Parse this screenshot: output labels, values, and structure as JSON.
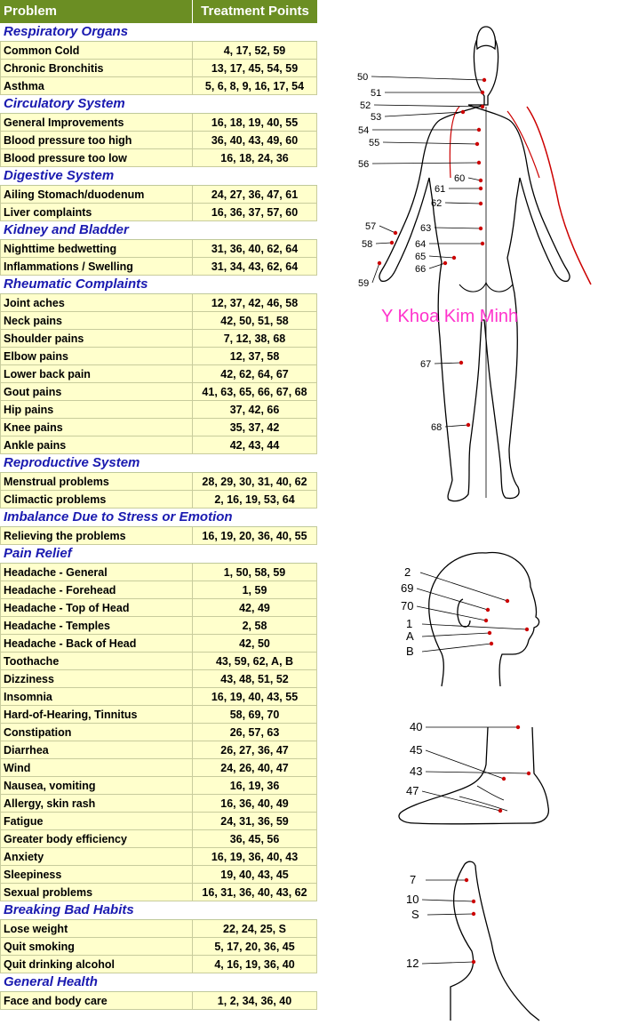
{
  "header": {
    "problem": "Problem",
    "points": "Treatment Points"
  },
  "sections": [
    {
      "title": "Respiratory Organs",
      "rows": [
        {
          "problem": "Common Cold",
          "points": "4, 17, 52, 59"
        },
        {
          "problem": "Chronic Bronchitis",
          "points": "13, 17, 45, 54, 59"
        },
        {
          "problem": "Asthma",
          "points": "5, 6, 8, 9, 16, 17, 54"
        }
      ]
    },
    {
      "title": "Circulatory System",
      "rows": [
        {
          "problem": "General Improvements",
          "points": "16, 18, 19, 40, 55"
        },
        {
          "problem": "Blood pressure too high",
          "points": "36, 40, 43, 49, 60"
        },
        {
          "problem": "Blood pressure too low",
          "points": "16, 18, 24, 36"
        }
      ]
    },
    {
      "title": "Digestive System",
      "rows": [
        {
          "problem": "Ailing Stomach/duodenum",
          "points": "24, 27, 36, 47, 61"
        },
        {
          "problem": "Liver complaints",
          "points": "16, 36, 37, 57, 60"
        }
      ]
    },
    {
      "title": "Kidney and Bladder",
      "rows": [
        {
          "problem": "Nighttime bedwetting",
          "points": "31, 36, 40, 62, 64"
        },
        {
          "problem": "Inflammations / Swelling",
          "points": "31, 34, 43, 62, 64"
        }
      ]
    },
    {
      "title": "Rheumatic Complaints",
      "rows": [
        {
          "problem": "Joint aches",
          "points": "12, 37, 42, 46, 58"
        },
        {
          "problem": "Neck pains",
          "points": "42, 50, 51, 58"
        },
        {
          "problem": "Shoulder pains",
          "points": "7, 12, 38, 68"
        },
        {
          "problem": "Elbow pains",
          "points": "12, 37, 58"
        },
        {
          "problem": "Lower back pain",
          "points": "42, 62, 64, 67"
        },
        {
          "problem": "Gout pains",
          "points": "41, 63, 65, 66, 67, 68"
        },
        {
          "problem": "Hip pains",
          "points": "37, 42, 66"
        },
        {
          "problem": "Knee pains",
          "points": "35, 37, 42"
        },
        {
          "problem": "Ankle pains",
          "points": "42, 43, 44"
        }
      ]
    },
    {
      "title": "Reproductive System",
      "rows": [
        {
          "problem": "Menstrual problems",
          "points": "28, 29, 30, 31, 40, 62"
        },
        {
          "problem": "Climactic problems",
          "points": "2, 16, 19, 53, 64"
        }
      ]
    },
    {
      "title": "Imbalance Due to Stress or Emotion",
      "rows": [
        {
          "problem": "Relieving the problems",
          "points": "16, 19, 20, 36, 40, 55"
        }
      ]
    },
    {
      "title": "Pain Relief",
      "rows": [
        {
          "problem": "Headache - General",
          "points": "1, 50, 58, 59"
        },
        {
          "problem": "Headache - Forehead",
          "points": "1, 59"
        },
        {
          "problem": "Headache - Top of Head",
          "points": "42, 49"
        },
        {
          "problem": "Headache - Temples",
          "points": "2, 58"
        },
        {
          "problem": "Headache - Back of Head",
          "points": "42, 50"
        },
        {
          "problem": "Toothache",
          "points": "43, 59, 62, A, B"
        },
        {
          "problem": "Dizziness",
          "points": "43, 48, 51, 52"
        },
        {
          "problem": "Insomnia",
          "points": "16, 19, 40, 43, 55"
        },
        {
          "problem": "Hard-of-Hearing, Tinnitus",
          "points": "58, 69, 70"
        },
        {
          "problem": "Constipation",
          "points": "26, 57, 63"
        },
        {
          "problem": "Diarrhea",
          "points": "26, 27, 36, 47"
        },
        {
          "problem": "Wind",
          "points": "24, 26, 40, 47"
        },
        {
          "problem": "Nausea, vomiting",
          "points": "16, 19, 36"
        },
        {
          "problem": "Allergy, skin rash",
          "points": "16, 36, 40, 49"
        },
        {
          "problem": "Fatigue",
          "points": "24, 31, 36, 59"
        },
        {
          "problem": "Greater body efficiency",
          "points": "36, 45, 56"
        },
        {
          "problem": "Anxiety",
          "points": "16, 19, 36, 40, 43"
        },
        {
          "problem": "Sleepiness",
          "points": "19, 40, 43, 45"
        },
        {
          "problem": "Sexual problems",
          "points": "16, 31, 36, 40, 43, 62"
        }
      ]
    },
    {
      "title": "Breaking Bad Habits",
      "rows": [
        {
          "problem": "Lose weight",
          "points": "22, 24, 25, S"
        },
        {
          "problem": "Quit smoking",
          "points": "5, 17, 20, 36, 45"
        },
        {
          "problem": "Quit drinking alcohol",
          "points": "4, 16, 19, 36, 40"
        }
      ]
    },
    {
      "title": "General Health",
      "rows": [
        {
          "problem": "Face and body care",
          "points": "1, 2, 34, 36, 40"
        }
      ]
    }
  ],
  "watermark": "Y Khoa Kim Minh",
  "body_labels": [
    "50",
    "51",
    "52",
    "53",
    "54",
    "55",
    "56",
    "60",
    "61",
    "62",
    "63",
    "57",
    "58",
    "64",
    "65",
    "66",
    "59",
    "67",
    "68"
  ],
  "head_labels": [
    "2",
    "69",
    "70",
    "1",
    "A",
    "B"
  ],
  "foot_labels": [
    "40",
    "45",
    "43",
    "47"
  ],
  "hand_labels": [
    "7",
    "10",
    "S",
    "12"
  ],
  "colors": {
    "header_bg": "#6b8e23",
    "row_bg": "#ffffcc",
    "section_text": "#1a1ab0",
    "point_dot": "#cc0000",
    "watermark": "#ff33cc"
  }
}
